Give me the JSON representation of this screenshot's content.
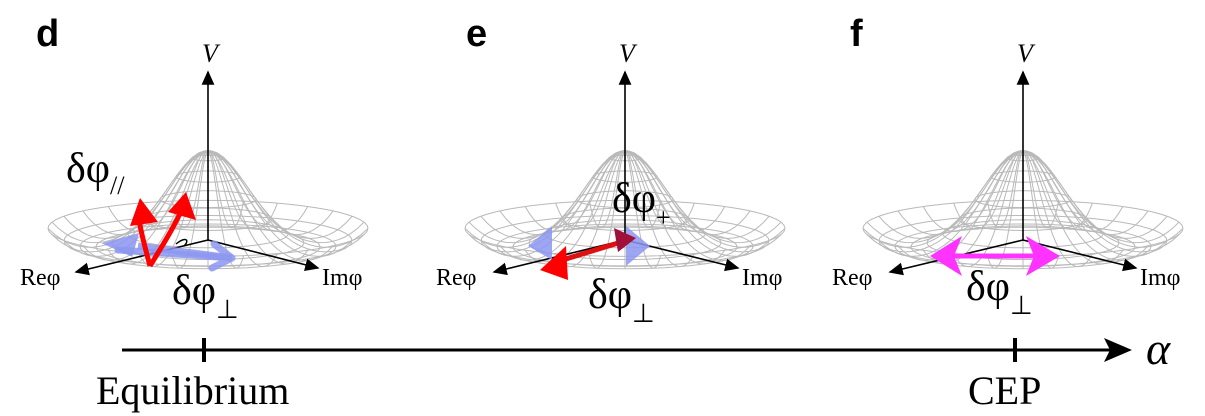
{
  "panels": [
    {
      "letter": "d",
      "axis_v": "V",
      "axis_re": "Reφ",
      "axis_im": "Imφ",
      "modes": [
        {
          "symbol": "δφ",
          "subscript": "//",
          "color": "#ff0000"
        },
        {
          "symbol": "δφ",
          "subscript": "⊥",
          "color": "#8c96f0"
        }
      ]
    },
    {
      "letter": "e",
      "axis_v": "V",
      "axis_re": "Reφ",
      "axis_im": "Imφ",
      "modes": [
        {
          "symbol": "δφ",
          "subscript": "+",
          "color": "#ff0000"
        },
        {
          "symbol": "δφ",
          "subscript": "⊥",
          "color": "#8c96f0"
        }
      ]
    },
    {
      "letter": "f",
      "axis_v": "V",
      "axis_re": "Reφ",
      "axis_im": "Imφ",
      "modes": [
        {
          "symbol": "δφ",
          "subscript": "⊥",
          "color": "#ff33ff"
        }
      ]
    }
  ],
  "parameter_axis": {
    "symbol": "α",
    "ticks": [
      {
        "label": "Equilibrium"
      },
      {
        "label": "CEP"
      }
    ]
  },
  "colors": {
    "mesh": "#b9b9b9",
    "red_mode": "#ff0000",
    "blue_mode": "#8c96f0",
    "magenta_mode": "#ff33ff"
  }
}
